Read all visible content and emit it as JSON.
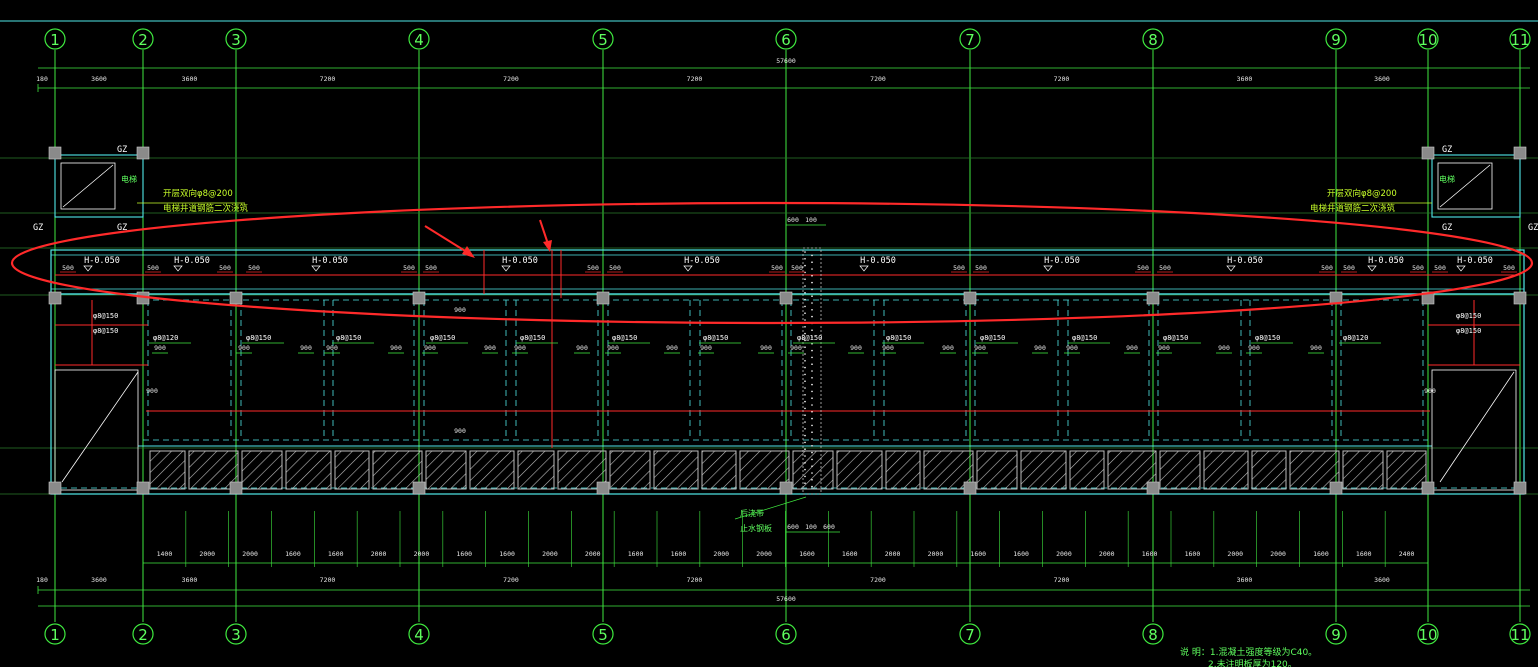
{
  "axes": [
    "1",
    "2",
    "3",
    "4",
    "5",
    "6",
    "7",
    "8",
    "9",
    "10",
    "11"
  ],
  "top_dims": [
    "180",
    "3600",
    "3600",
    "7200",
    "7200",
    "7200",
    "7200",
    "7200",
    "3600",
    "3600"
  ],
  "overall_dim": "57600",
  "bottom_dims": [
    "180",
    "3600",
    "3600",
    "7200",
    "7200",
    "7200",
    "7200",
    "7200",
    "3600",
    "3600"
  ],
  "bottom_detail_dims": [
    "1400",
    "2000",
    "2000",
    "1600",
    "1600",
    "2000",
    "2000",
    "1600",
    "1600",
    "2000",
    "2000",
    "1600",
    "1600",
    "2000",
    "2000",
    "1600",
    "1600",
    "2000",
    "2000",
    "1600",
    "1600",
    "2000",
    "2000",
    "1600",
    "1600",
    "2000",
    "2000",
    "1600",
    "1600",
    "2400"
  ],
  "elevation_label": "H-0.050",
  "tag_500": "500",
  "tag_900": "900",
  "rebar_labels": [
    "φ8@150",
    "φ8@120"
  ],
  "gz_label": "GZ",
  "left_note": {
    "line1": "开层双向φ8@200",
    "line2": "电梯井道钢筋二次浇筑"
  },
  "right_note": {
    "line1": "开层双向φ8@200",
    "line2": "电梯井道钢筋二次浇筑"
  },
  "elevator_label": "电梯",
  "mid_top_dims": [
    "600",
    "100"
  ],
  "mid_bottom_dims": [
    "600",
    "100",
    "600"
  ],
  "joint_label1": "后浇带",
  "joint_label2": "止水钢板",
  "footer_note": {
    "line1": "说 明：1.混凝土强度等级为C40。",
    "line2": "2.未注明板厚为120。"
  },
  "colors": {
    "bg": "#000000",
    "axis_green": "#3fe83f",
    "cyan": "#4fe8e8",
    "red": "#ff2a2a",
    "white": "#ffffff",
    "gray": "#8a8a8a"
  }
}
